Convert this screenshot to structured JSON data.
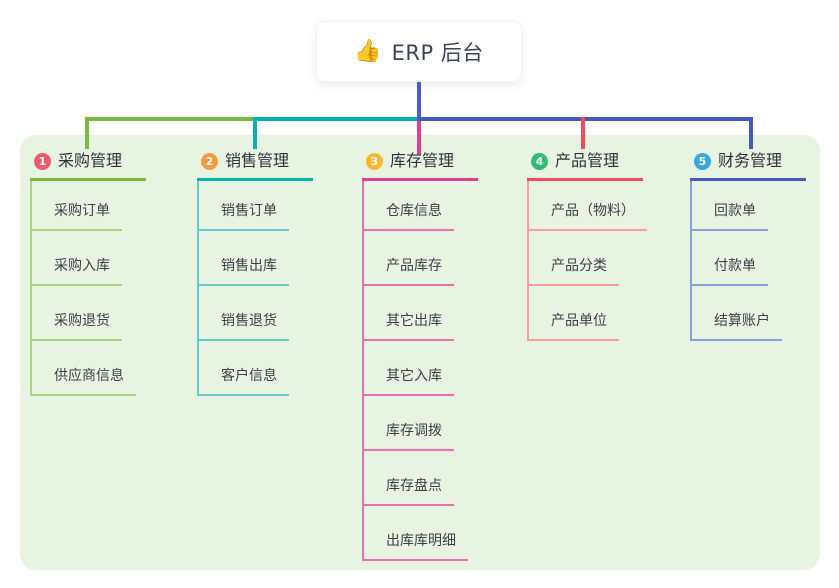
{
  "root": {
    "icon": "👍",
    "title": "ERP 后台"
  },
  "container_bg": "#e7f4e2",
  "connector": {
    "stem_color": "#4c5bd0"
  },
  "branches": [
    {
      "num": "1",
      "label": "采购管理",
      "badge_color": "#f4566a",
      "line_color": "#7cb93e",
      "child_line_color": "#a9d37e",
      "children": [
        "采购订单",
        "采购入库",
        "采购退货",
        "供应商信息"
      ]
    },
    {
      "num": "2",
      "label": "销售管理",
      "badge_color": "#f6993f",
      "line_color": "#00b3ae",
      "child_line_color": "#66cbc6",
      "children": [
        "销售订单",
        "销售出库",
        "销售退货",
        "客户信息"
      ]
    },
    {
      "num": "3",
      "label": "库存管理",
      "badge_color": "#f6b831",
      "line_color": "#e23d95",
      "child_line_color": "#ee6fb0",
      "children": [
        "仓库信息",
        "产品库存",
        "其它出库",
        "其它入库",
        "库存调拨",
        "库存盘点",
        "出库库明细"
      ]
    },
    {
      "num": "4",
      "label": "产品管理",
      "badge_color": "#2ebe71",
      "line_color": "#f8485e",
      "child_line_color": "#fb9d9d",
      "children": [
        "产品（物料）",
        "产品分类",
        "产品单位"
      ]
    },
    {
      "num": "5",
      "label": "财务管理",
      "badge_color": "#35a8e0",
      "line_color": "#4458c6",
      "child_line_color": "#8ba0d9",
      "children": [
        "回款单",
        "付款单",
        "结算账户"
      ]
    }
  ]
}
